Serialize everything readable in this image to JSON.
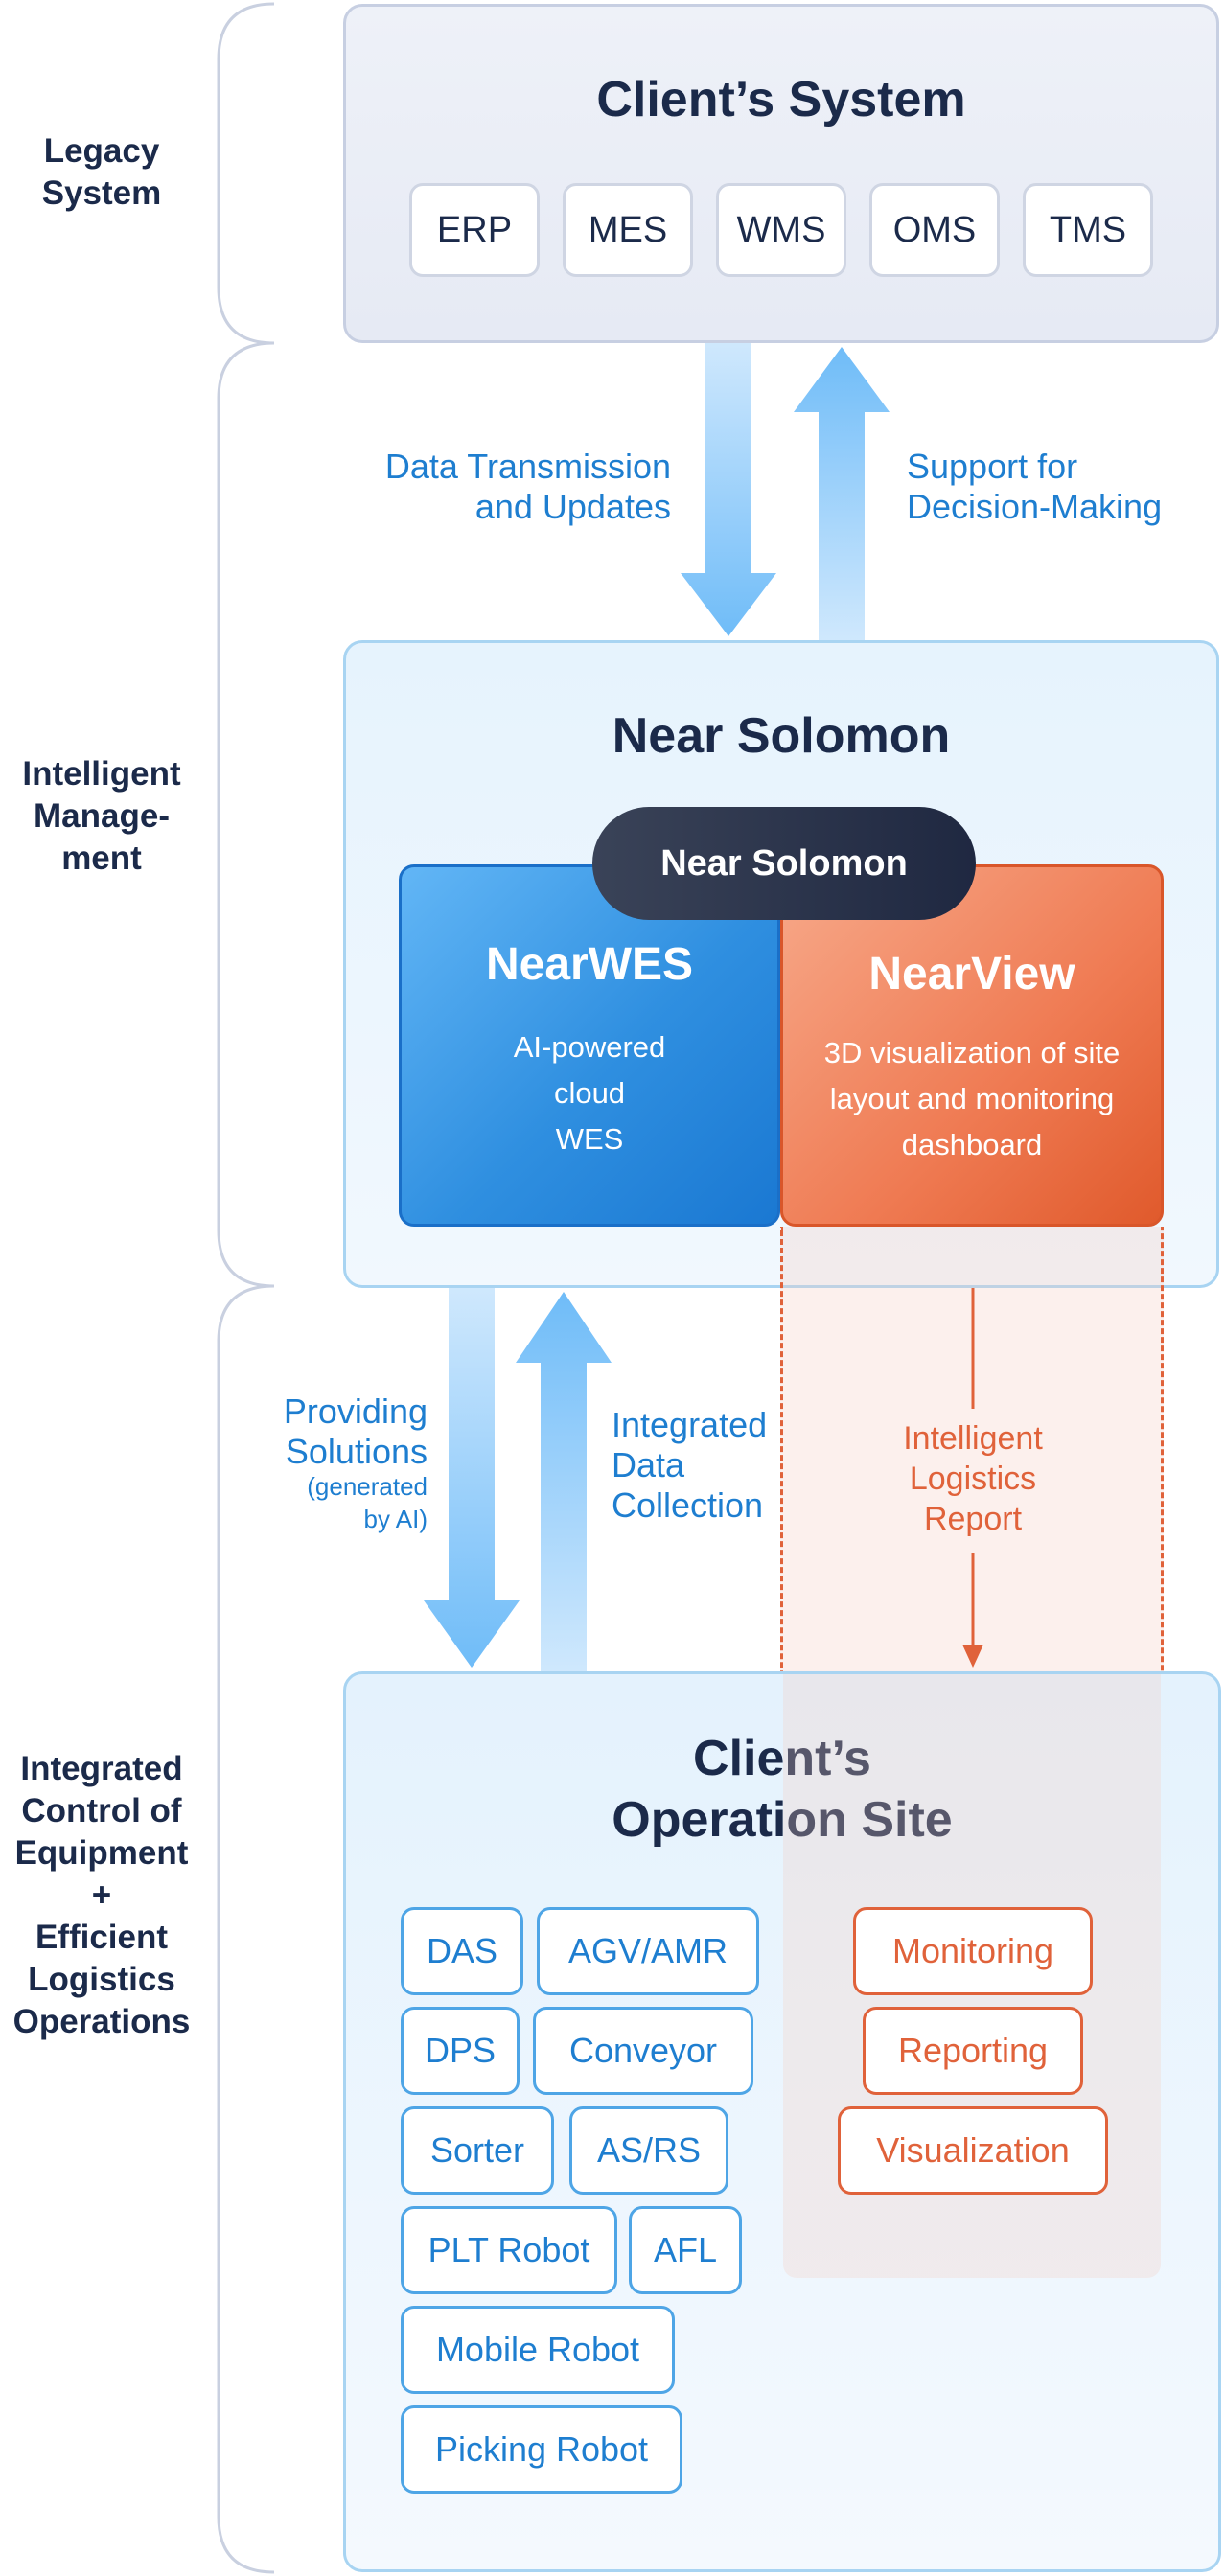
{
  "side_labels": {
    "legacy": "Legacy\nSystem",
    "intelligent": "Intelligent\nManage-\nment",
    "integrated": "Integrated\nControl of\nEquipment\n+\nEfficient\nLogistics\nOperations"
  },
  "clients_system": {
    "title": "Client’s System",
    "systems": [
      "ERP",
      "MES",
      "WMS",
      "OMS",
      "TMS"
    ]
  },
  "upper_arrows": {
    "down_label": "Data Transmission\nand Updates",
    "up_label": "Support for\nDecision-Making"
  },
  "near_solomon": {
    "title": "Near Solomon",
    "pill_label": "Near Solomon",
    "nearwes": {
      "title": "NearWES",
      "description": "AI-powered\ncloud\nWES"
    },
    "nearview": {
      "title": "NearView",
      "description": "3D visualization of site\nlayout and monitoring\ndashboard"
    }
  },
  "lower_arrows": {
    "down_label": "Providing\nSolutions",
    "down_note": "(generated\nby AI)",
    "up_label": "Integrated\nData\nCollection",
    "report_label": "Intelligent\nLogistics\nReport"
  },
  "operation_site": {
    "title": "Client’s\nOperation Site",
    "equipment": [
      "DAS",
      "AGV/AMR",
      "DPS",
      "Conveyor",
      "Sorter",
      "AS/RS",
      "PLT Robot",
      "AFL",
      "Mobile Robot",
      "Picking Robot"
    ],
    "functions": [
      "Monitoring",
      "Reporting",
      "Visualization"
    ]
  },
  "colors": {
    "navy": "#1b2a4a",
    "blue": "#1e7ed0",
    "orange": "#e0623a",
    "arrow_blue": "#7cc3fa"
  }
}
